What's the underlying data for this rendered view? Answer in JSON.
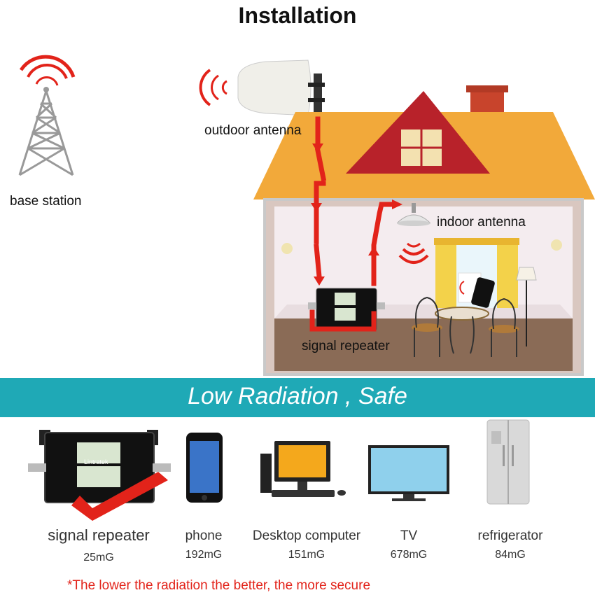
{
  "title": "Installation",
  "labels": {
    "base_station": "base station",
    "outdoor_antenna": "outdoor antenna",
    "indoor_antenna": "indoor antenna",
    "signal_repeater": "signal repeater"
  },
  "banner": "Low Radiation , Safe",
  "devices": [
    {
      "name": "signal repeater",
      "value": "25mG"
    },
    {
      "name": "phone",
      "value": "192mG"
    },
    {
      "name": "Desktop computer",
      "value": "151mG"
    },
    {
      "name": "TV",
      "value": "678mG"
    },
    {
      "name": "refrigerator",
      "value": "84mG"
    }
  ],
  "repeater_brand": "Lintratek",
  "footnote": "*The lower the radiation the better, the more secure",
  "colors": {
    "banner": "#1fa9b6",
    "signal": "#e2231a",
    "roof": "#f2a93a",
    "roof_window": "#b8222a"
  }
}
